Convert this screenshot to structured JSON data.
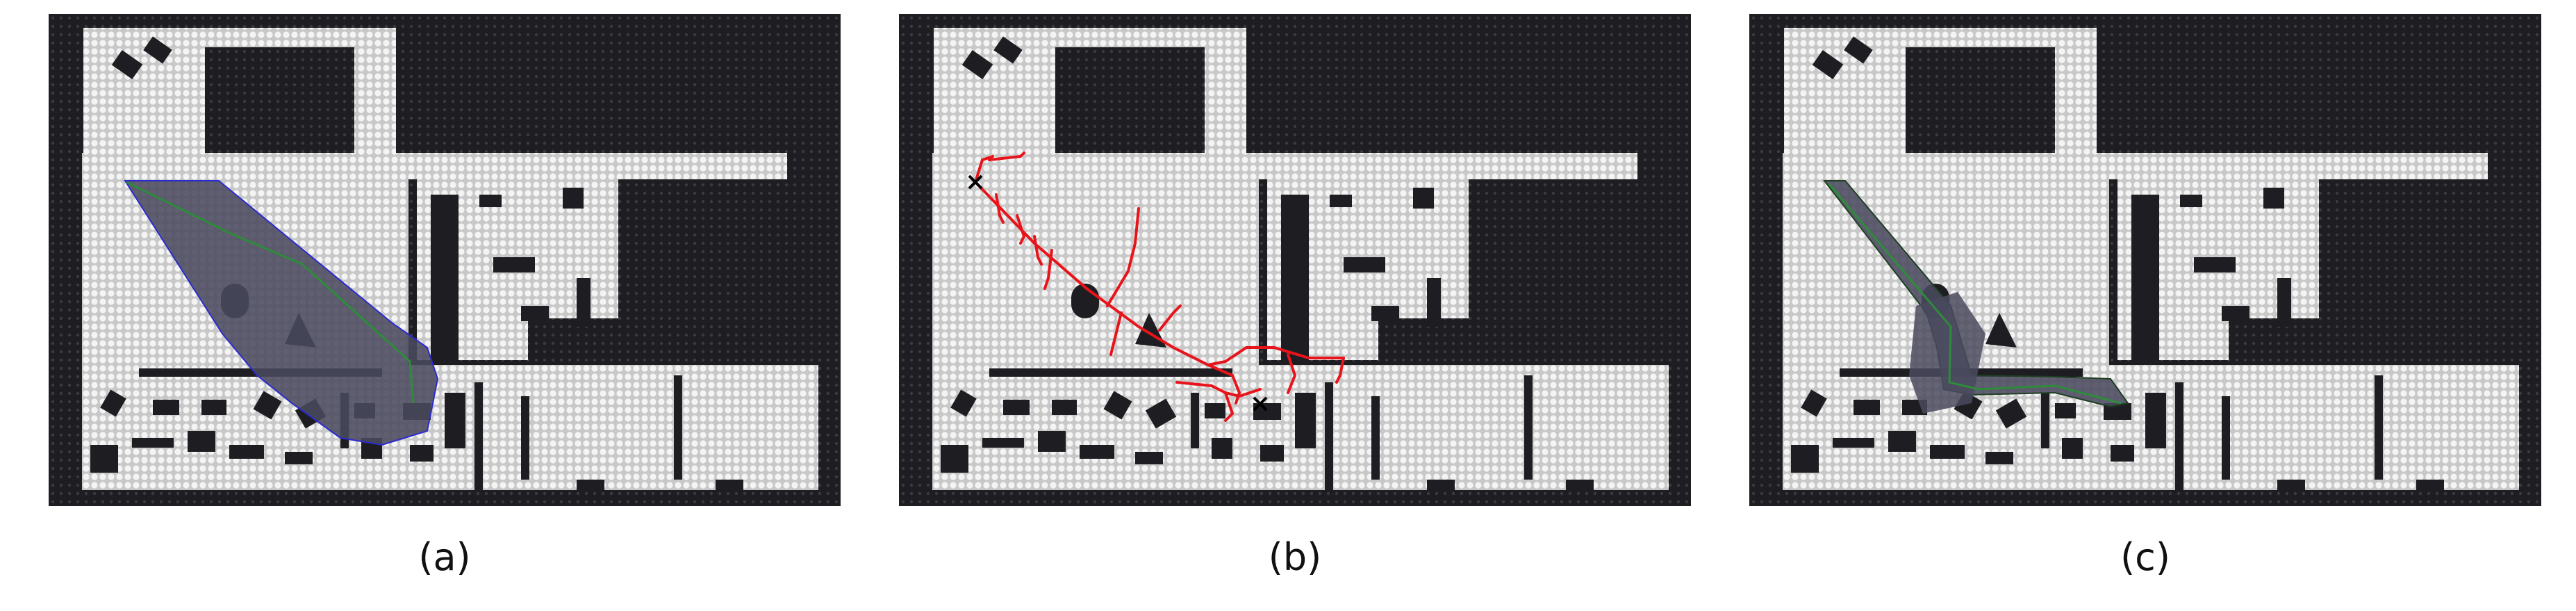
{
  "panels": [
    {
      "caption": "(a)"
    },
    {
      "caption": "(b)"
    },
    {
      "caption": "(c)"
    }
  ],
  "colors": {
    "background_dark": "#1e1e22",
    "free_space": "#d9d9d9",
    "dot_grid": "#ffffff",
    "path_green": "#2e8b3a",
    "region_fill": "#4a4a5e",
    "region_border": "#2a2ad0",
    "tree_red": "#e8141b",
    "marker": "#000000"
  }
}
